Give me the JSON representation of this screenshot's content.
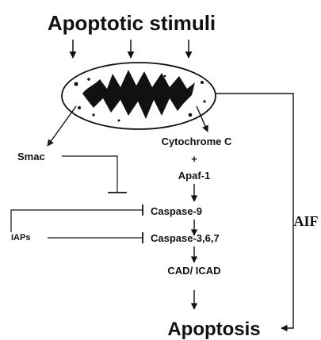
{
  "title": "Apoptotic stimuli",
  "nodes": {
    "smac": "Smac",
    "cytochrome_c": "Cytochrome C",
    "plus": "+",
    "apaf1": "Apaf-1",
    "caspase9": "Caspase-9",
    "iaps": "IAPs",
    "caspase367": "Caspase-3,6,7",
    "cad_icad": "CAD/ ICAD",
    "aif": "AIF",
    "apoptosis": "Apoptosis"
  },
  "colors": {
    "ink": "#111111",
    "background": "#ffffff"
  }
}
